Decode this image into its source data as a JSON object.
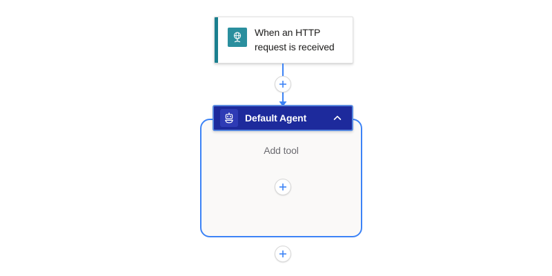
{
  "canvas": {
    "background": "#ffffff"
  },
  "trigger": {
    "title": "When an HTTP request is received",
    "icon": "globe-network-icon",
    "accent_color": "#1a7f8e",
    "icon_background": "#2a8f9e",
    "card_background": "#ffffff",
    "text_color": "#1b1a19"
  },
  "connector": {
    "color": "#3b82f6",
    "arrow": "arrow-down-icon"
  },
  "agent": {
    "title": "Default Agent",
    "icon": "robot-agent-icon",
    "header_background": "#1d2a9c",
    "header_border": "#5b8ce0",
    "title_color": "#ffffff",
    "collapse_icon": "chevron-up-icon",
    "container_border": "#3b82f6",
    "container_background": "#faf9f8",
    "body": {
      "add_tool_label": "Add tool",
      "add_tool_label_color": "#6b6b70",
      "add_tool_button_icon": "plus-icon"
    }
  },
  "buttons": {
    "insert_above_agent": {
      "name": "add-step-between-trigger-and-agent",
      "icon": "plus-icon",
      "color": "#3b82f6"
    },
    "add_tool": {
      "name": "add-tool-button",
      "icon": "plus-icon",
      "color": "#3b82f6"
    },
    "insert_below_agent": {
      "name": "add-step-below-agent",
      "icon": "plus-icon",
      "color": "#3b82f6"
    }
  }
}
